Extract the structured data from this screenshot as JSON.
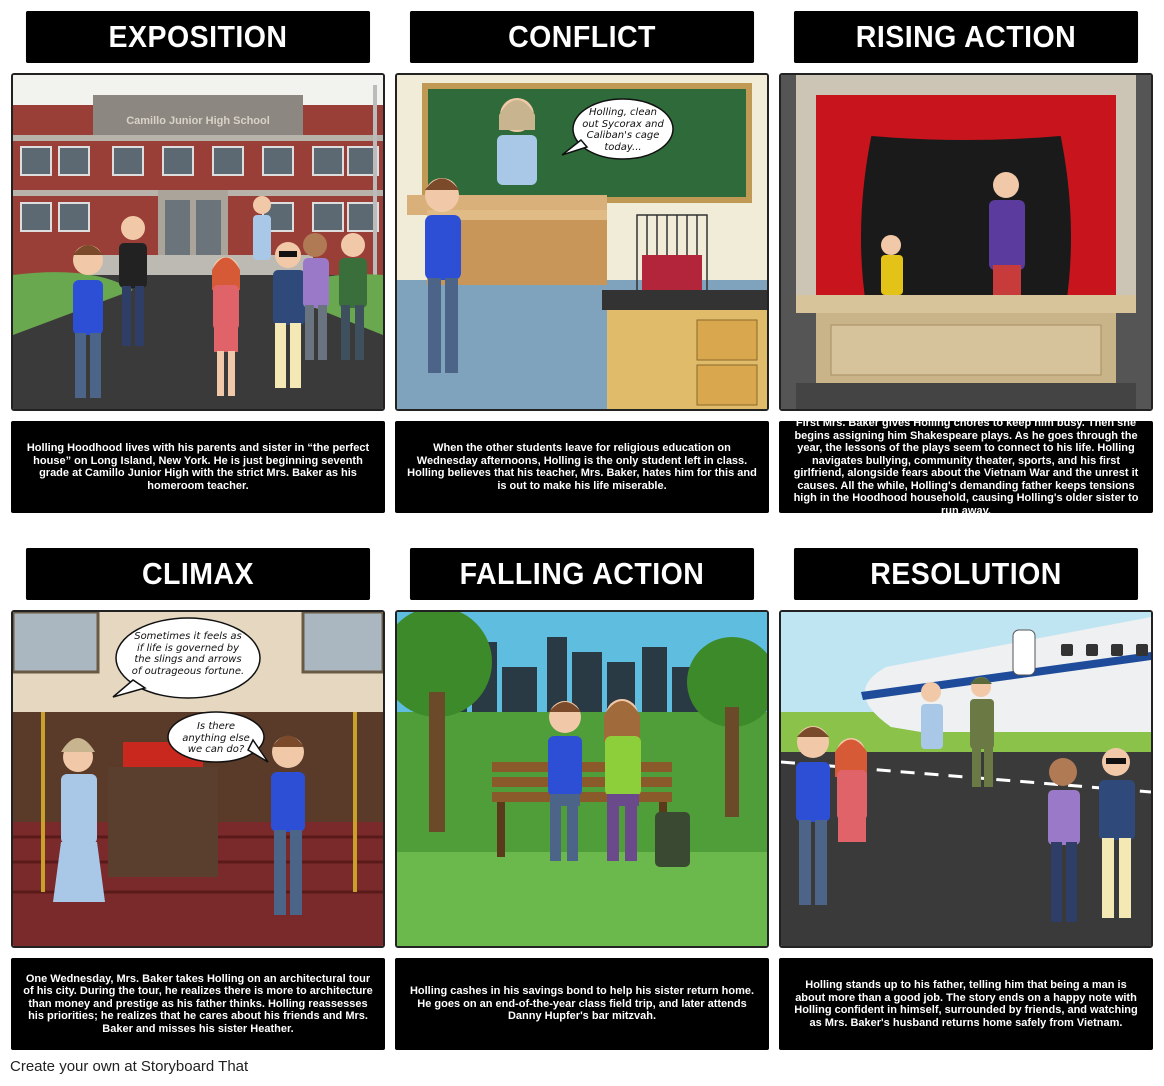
{
  "panels": [
    {
      "title": "EXPOSITION",
      "caption": "Holling Hoodhood lives with his parents and sister in “the perfect house” on Long Island, New York. He is just beginning seventh grade at Camillo Junior High with the strict Mrs. Baker as his homeroom teacher.",
      "sign": "Camillo Junior High School"
    },
    {
      "title": "CONFLICT",
      "caption": "When the other students leave for religious education on Wednesday afternoons, Holling is the only student left in class. Holling believes that his teacher, Mrs. Baker, hates him for this and is out to make his life miserable.",
      "bubble": "Holling, clean out Sycorax and Caliban's cage today..."
    },
    {
      "title": "RISING ACTION",
      "caption": "First Mrs. Baker gives Holling chores to keep him busy. Then she begins assigning him Shakespeare plays. As he goes through the year, the lessons of the plays seem to connect to his life. Holling navigates bullying, community theater, sports, and his first girlfriend, alongside fears about the Vietnam War and the unrest it causes. All the while, Holling's demanding father keeps tensions high in the Hoodhood household, causing Holling's older sister to run away."
    },
    {
      "title": "CLIMAX",
      "caption": "One Wednesday, Mrs. Baker takes Holling on an architectural tour of his city. During the tour, he realizes there is more to architecture than money and prestige as his father thinks. Holling reassesses his priorities; he realizes that he cares about his friends and Mrs. Baker and misses his sister Heather.",
      "bubble1": "Sometimes it feels as if life is governed by the slings and arrows of outrageous fortune.",
      "bubble2": "Is there anything else we can do?"
    },
    {
      "title": "FALLING ACTION",
      "caption": "Holling cashes in his savings bond to help his sister return home. He goes on an end-of-the-year class field trip, and later attends Danny Hupfer's bar mitzvah."
    },
    {
      "title": "RESOLUTION",
      "caption": "Holling stands up to his father, telling him that being a man is about more than a good job. The story ends on a happy note with Holling confident in himself, surrounded by friends, and watching as Mrs. Baker's husband returns home safely from Vietnam."
    }
  ],
  "footer": "Create your own at Storyboard That"
}
